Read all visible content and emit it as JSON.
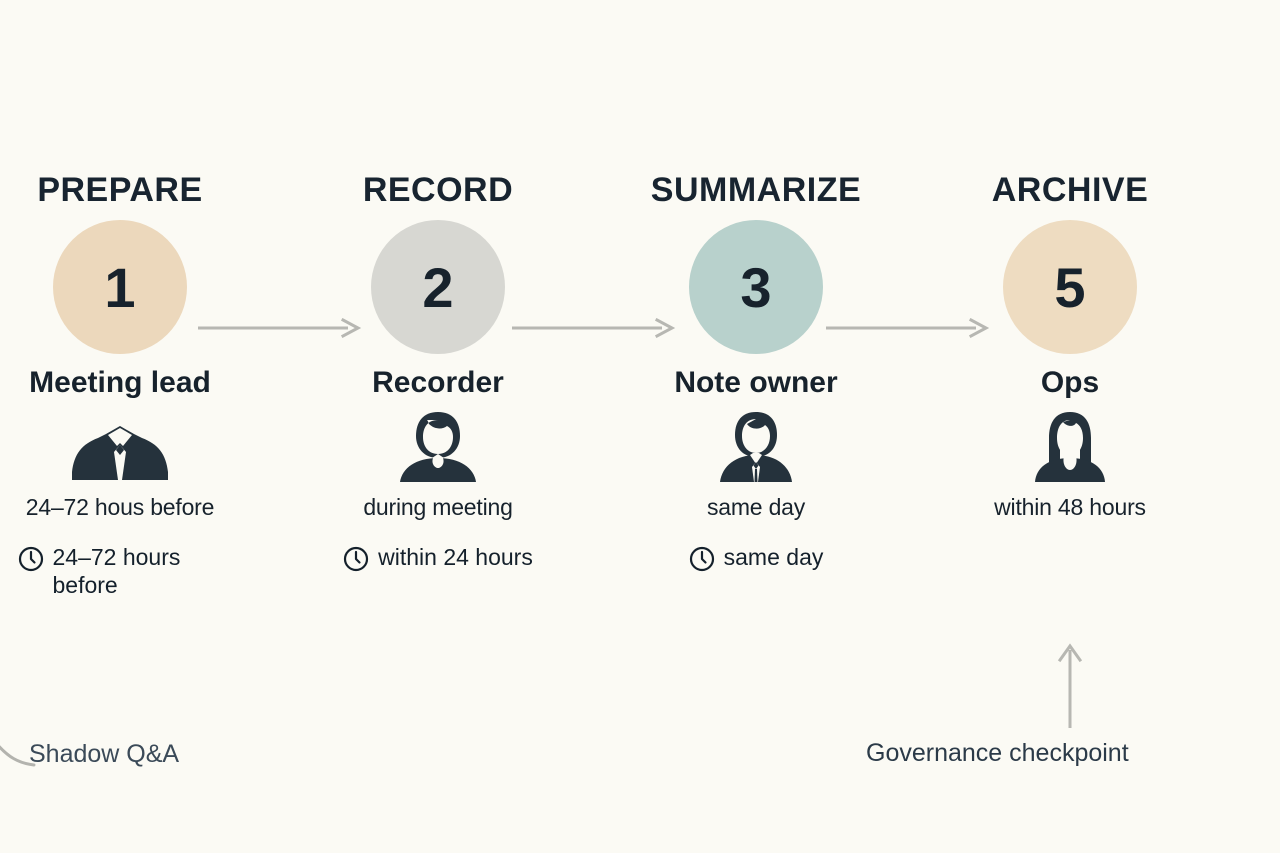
{
  "diagram": {
    "background_color": "#fbfaf4",
    "text_color": "#17222c",
    "arrow_color": "#b7b7b2",
    "columns": [
      {
        "stage": "PREPARE",
        "number": "1",
        "circle_color": "#ecd8bc",
        "role": "Meeting lead",
        "person_icon": "person-suit-icon",
        "timing": "24–72 hous before",
        "clock_icon": "clock-icon",
        "clock_text": "24–72 hours before"
      },
      {
        "stage": "RECORD",
        "number": "2",
        "circle_color": "#d7d7d2",
        "role": "Recorder",
        "person_icon": "person-plain-icon",
        "timing": "during meeting",
        "clock_icon": "clock-icon",
        "clock_text": "within 24 hours"
      },
      {
        "stage": "SUMMARIZE",
        "number": "3",
        "circle_color": "#b8d1cc",
        "role": "Note owner",
        "person_icon": "person-tie-icon",
        "timing": "same day",
        "clock_icon": "clock-icon",
        "clock_text": "same day"
      },
      {
        "stage": "ARCHIVE",
        "number": "5",
        "circle_color": "#eedcc1",
        "role": "Ops",
        "person_icon": "person-long-hair-icon",
        "timing": "within 48 hours",
        "clock_icon": null,
        "clock_text": null
      }
    ],
    "annotations": {
      "shadow_note": "Shadow Q&A",
      "shadow_note_color": "#3b4a58",
      "governance_note": "Governance checkpoint",
      "governance_note_color": "#2b3a48"
    }
  }
}
